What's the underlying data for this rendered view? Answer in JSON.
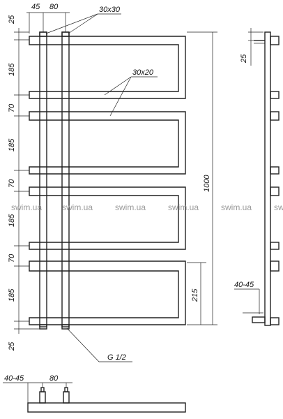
{
  "top_dims": {
    "left": "45",
    "right": "80"
  },
  "profile_labels": {
    "riser": "30x30",
    "bar": "30x20"
  },
  "left_dims": [
    "25",
    "185",
    "70",
    "185",
    "70",
    "185",
    "70",
    "185",
    "25"
  ],
  "height_dim": "1000",
  "section_dim": "215",
  "side_dims": {
    "top": "25",
    "offset": "40-45"
  },
  "connection": "G 1/2",
  "bottom_dims": {
    "offset": "40-45",
    "spacing": "80"
  },
  "watermarks": [
    "swim.ua",
    "swim.ua",
    "swim.ua",
    "swim.ua",
    "swim.ua",
    "swim.ua"
  ]
}
